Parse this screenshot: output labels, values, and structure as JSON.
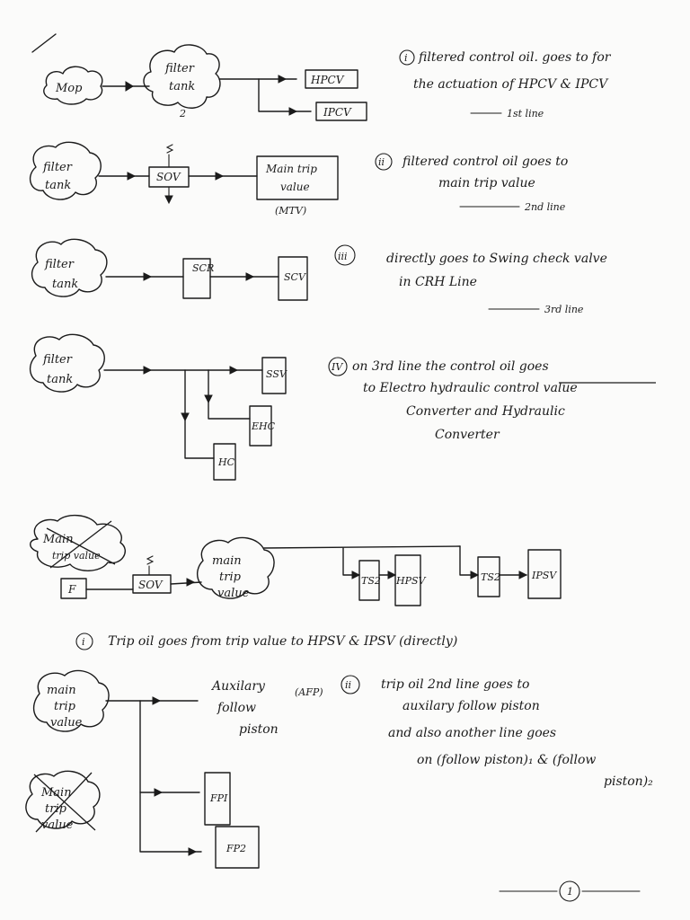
{
  "sec1": {
    "source": "Mop",
    "tank_l1": "filter",
    "tank_l2": "tank",
    "tank_num": "2",
    "box_a": "HPCV",
    "box_b": "IPCV",
    "roman": "i",
    "note_1": "filtered control oil. goes to for",
    "note_2": "the actuation of HPCV & IPCV",
    "note_3": "1st line"
  },
  "sec2": {
    "tank_l1": "filter",
    "tank_l2": "tank",
    "sov": "SOV",
    "box_l1": "Main trip",
    "box_l2": "value",
    "box_sub": "(MTV)",
    "roman": "ii",
    "note_1": "filtered control oil goes to",
    "note_2": "main trip value",
    "note_3": "2nd line"
  },
  "sec3": {
    "tank_l1": "filter",
    "tank_l2": "tank",
    "box_a": "SCR",
    "box_b": "SCV",
    "roman": "iii",
    "note_1": "directly goes to Swing check valve",
    "note_2": "in CRH Line",
    "note_3": "3rd line"
  },
  "sec4": {
    "tank_l1": "filter",
    "tank_l2": "tank",
    "box_a": "SSV",
    "box_b": "EHC",
    "box_c": "HC",
    "roman": "IV",
    "note_1": "on 3rd line the control oil goes",
    "note_2": "to Electro hydraulic control value",
    "note_3": "Converter and Hydraulic",
    "note_4": "Converter"
  },
  "sec5": {
    "struck_cloud_l1": "Main",
    "struck_cloud_l2": "trip value",
    "f_box": "F",
    "sov": "SOV",
    "mtv_l1": "main",
    "mtv_l2": "trip",
    "mtv_l3": "value",
    "box_ts1": "TS2",
    "box_hpsv": "HPSV",
    "box_ts2": "TS2",
    "box_ipsv": "IPSV",
    "roman": "i",
    "note": "Trip oil goes from trip value to HPSV & IPSV (directly)"
  },
  "sec6": {
    "mtv_l1": "main",
    "mtv_l2": "trip",
    "mtv_l3": "value",
    "afp_l1": "Auxilary",
    "afp_l2": "follow",
    "afp_l3": "piston",
    "afp_tag": "(AFP)",
    "box_fp1": "FPI",
    "box_fp2": "FP2",
    "struck_l1": "Main",
    "struck_l2": "trip",
    "struck_l3": "value",
    "roman": "ii",
    "note_1": "trip oil 2nd line goes to",
    "note_2": "auxilary follow piston",
    "note_3": "and also another line goes",
    "note_4": "on (follow piston)₁ & (follow",
    "note_5": "piston)₂"
  },
  "footer": {
    "page_number": "1"
  }
}
